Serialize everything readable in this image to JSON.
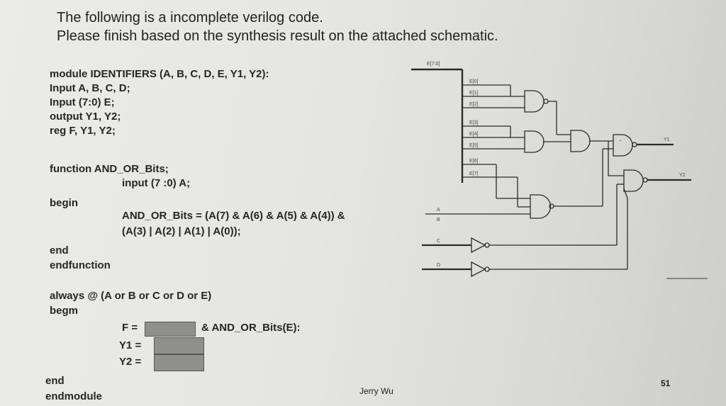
{
  "slide": {
    "title_line1": "The following is a incomplete verilog code.",
    "title_line2": "Please finish based on the synthesis result on the attached schematic."
  },
  "code": {
    "module_decl": "module IDENTIFIERS (A, B, C, D, E, Y1, Y2):",
    "input_abcd": "Input A, B, C, D;",
    "input_e": "Input (7:0) E;",
    "output_decl": "output Y1, Y2;",
    "reg_decl": "reg F, Y1, Y2;",
    "function_decl": "function AND_OR_Bits;",
    "function_input": "input (7 :0) A;",
    "begin1": "begin",
    "assign_line1": "AND_OR_Bits = (A(7) & A(6) & A(5) & A(4)) &",
    "assign_line2": "(A(3) | A(2) | A(1) | A(0));",
    "end1": "end",
    "endfunction": "endfunction",
    "always_decl": "always @ (A or B or C or D or E)",
    "begin2": "begm",
    "f_label": "F =",
    "f_suffix": "& AND_OR_Bits(E):",
    "y1_label": "Y1 =",
    "y2_label": "Y2 =",
    "end2": "end",
    "endmodule": "endmodule"
  },
  "schematic": {
    "bus_label": "E[7:0]",
    "bit_labels": [
      "E[0]",
      "E[1]",
      "E[2]",
      "E[3]",
      "E[4]",
      "E[5]",
      "E[6]",
      "E[7]"
    ],
    "input_a": "A",
    "input_b": "B",
    "input_c": "C",
    "input_d": "D",
    "output_y1": "Y1",
    "output_y2": "Y2"
  },
  "footer": {
    "author": "Jerry Wu",
    "page_number": "51"
  }
}
